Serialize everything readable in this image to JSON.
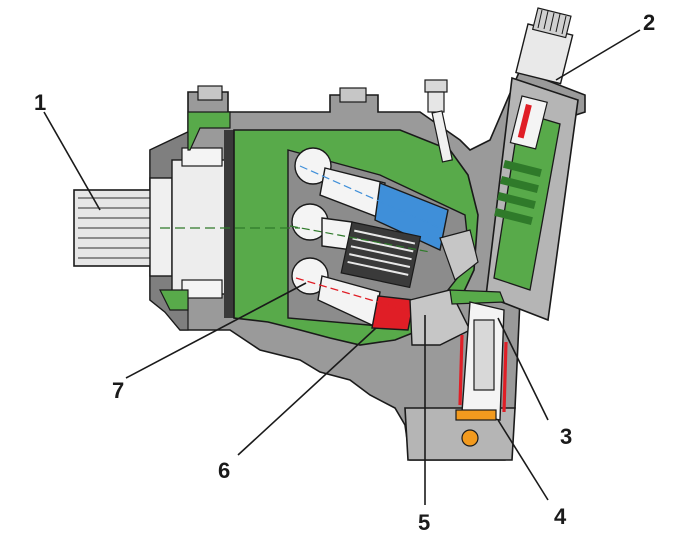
{
  "colors": {
    "housing": "#9a9a9a",
    "housing_dark": "#6e6e6e",
    "housing_light": "#c6c6c6",
    "green": "#58aa4a",
    "green_dark": "#2f7a2a",
    "blue": "#3f8fd9",
    "red": "#e01e26",
    "orange": "#f29a1e",
    "white": "#f4f4f4",
    "outline": "#1a1a1a"
  },
  "callouts": [
    {
      "id": "1",
      "label": "1"
    },
    {
      "id": "2",
      "label": "2"
    },
    {
      "id": "3",
      "label": "3"
    },
    {
      "id": "4",
      "label": "4"
    },
    {
      "id": "5",
      "label": "5"
    },
    {
      "id": "6",
      "label": "6"
    },
    {
      "id": "7",
      "label": "7"
    }
  ]
}
